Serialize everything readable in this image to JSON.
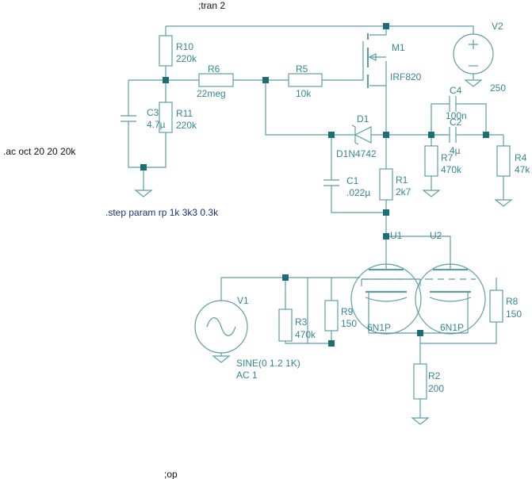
{
  "directives": {
    "tran": ";tran 2",
    "ac": ".ac oct 20 20 20k",
    "step": ".step param rp 1k 3k3 0.3k",
    "op": ";op"
  },
  "components": {
    "R10": {
      "name": "R10",
      "value": "220k"
    },
    "R11": {
      "name": "R11",
      "value": "220k"
    },
    "R6": {
      "name": "R6",
      "value": "22meg"
    },
    "R5": {
      "name": "R5",
      "value": "10k"
    },
    "C3": {
      "name": "C3",
      "value": "4.7µ"
    },
    "M1": {
      "name": "M1",
      "value": "IRF820"
    },
    "V2": {
      "name": "V2",
      "value": "250"
    },
    "D1": {
      "name": "D1",
      "value": "D1N4742"
    },
    "C4": {
      "name": "C4",
      "value": "100n"
    },
    "C2": {
      "name": "C2",
      "value": "4µ"
    },
    "R7": {
      "name": "R7",
      "value": "470k"
    },
    "R4": {
      "name": "R4",
      "value": "47k"
    },
    "R1": {
      "name": "R1",
      "value": "2k7"
    },
    "C1": {
      "name": "C1",
      "value": ".022µ"
    },
    "U1": {
      "name": "U1",
      "value": "6N1P"
    },
    "U2": {
      "name": "U2",
      "value": "6N1P"
    },
    "V1": {
      "name": "V1",
      "value": "SINE(0 1.2 1K)",
      "extra": "AC 1"
    },
    "R3": {
      "name": "R3",
      "value": "470k"
    },
    "R9": {
      "name": "R9",
      "value": "150"
    },
    "R8": {
      "name": "R8",
      "value": "150"
    },
    "R2": {
      "name": "R2",
      "value": "200"
    }
  }
}
